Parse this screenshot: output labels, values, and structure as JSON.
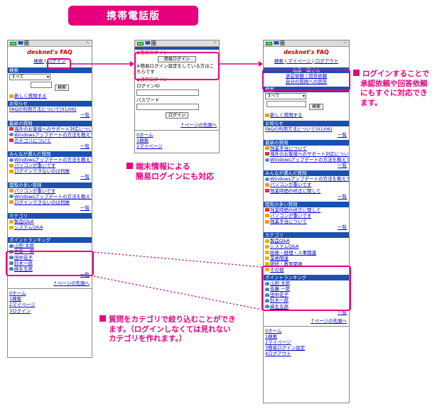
{
  "banner": {
    "title": "携帯電話版"
  },
  "status": {
    "label": "圏"
  },
  "logo": {
    "desknets": "desknet's",
    "faq": "FAQ"
  },
  "phone1": {
    "header_links": [
      "検索",
      "ログイン"
    ],
    "search_section": "検索",
    "select_value": "すべて",
    "search_button": "検索",
    "new_question": "新しく質問する",
    "notice": {
      "title": "お知らせ",
      "items": [
        "FAQの利用方法について(01/06)"
      ],
      "more": "一覧"
    },
    "recent": {
      "title": "最新の質問",
      "items": [
        "海外のお客様へのサポート対応について",
        "Windowsアップデートの方法を教えて",
        "カテゴリについて"
      ],
      "more": "一覧"
    },
    "popular": {
      "title": "みんなが選んだ質問",
      "items": [
        "Windowsアップデートの方法を教えて",
        "パソコンが重いです",
        "ログインできないのは何故"
      ],
      "more": "一覧"
    },
    "frequent": {
      "title": "閲覧の多い質問",
      "items": [
        "パソコンが重いです",
        "Windowsアップデートの方法を教えて",
        "ログインできないのは何故"
      ],
      "more": "一覧"
    },
    "category": {
      "title": "カテゴリ",
      "items": [
        "製品Q&A",
        "システムQ&A"
      ]
    },
    "point": {
      "title": "ポイントランキング",
      "items": [
        "山田 太郎",
        "佐藤 一郎",
        "田中花子",
        "鈴木一郎",
        "麻生五郎"
      ],
      "more": "一覧"
    },
    "pagetop": "↑ページの先頭へ",
    "footer": [
      "0ホーム",
      "1検索",
      "2マイページ",
      "3ログイン"
    ]
  },
  "phone2": {
    "easy_login_title": "◆簡易ログイン",
    "easy_login_button": "簡易ログイン",
    "easy_login_note": "※簡易ログイン設定をしている方はこちらです",
    "normal_login_title": "◆通常ログイン",
    "login_id_label": "ログインID",
    "password_label": "パスワード",
    "login_button": "ログイン",
    "pagetop": "↑ページの先頭へ",
    "footer": [
      "0ホーム",
      "1検索",
      "2マイページ"
    ]
  },
  "phone3": {
    "header_links": [
      "検索",
      "マイページ",
      "ログアウト"
    ],
    "user_name": "佐藤一郎さん",
    "user_links": [
      "承認依頼",
      "回答依頼",
      "自分の質問への回答"
    ],
    "search_section": "検索",
    "select_value": "すべて",
    "search_button": "検索",
    "new_question": "新しく質問する",
    "notice": {
      "title": "お知らせ",
      "items": [
        "FAQの利用方法について(01/06)"
      ],
      "more": "一覧"
    },
    "recent": {
      "title": "最新の質問",
      "items": [
        "残業手当について",
        "海外のお客様へのサポート対応について",
        "Windowsアップデートの方法を教えて"
      ],
      "more": "一覧"
    },
    "popular": {
      "title": "みんなが選んだ質問",
      "items": [
        "Windowsアップデートの方法を教えて",
        "パソコンが重いです",
        "残業時間の修正に関して"
      ],
      "more": "一覧"
    },
    "frequent": {
      "title": "閲覧の多い質問",
      "items": [
        "残業時間の修正に関して",
        "パソコンが重いです",
        "残業手当について"
      ],
      "more": "一覧"
    },
    "category": {
      "title": "カテゴリ",
      "items": [
        "製品Q&A",
        "システムQ&A",
        "総務・経理・人事関連",
        "業務関連",
        "研修・教育関連",
        "その他"
      ]
    },
    "point": {
      "title": "ポイントランキング",
      "items": [
        "山田 太郎",
        "佐藤 一郎",
        "田中花子",
        "鈴木一郎",
        "麻生五郎"
      ],
      "more": "一覧"
    },
    "pagetop": "↑ページの先頭へ",
    "footer": [
      "0ホーム",
      "1検索",
      "2マイページ",
      "3簡易ログイン設定",
      "4ログアウト"
    ]
  },
  "notes": {
    "easy_login": [
      "端末情報による",
      "簡易ログインにも対応"
    ],
    "after_login": [
      "ログインすることで",
      "承認依頼や回答依頼",
      "にもすぐに対応でき",
      "ます。"
    ],
    "category": [
      "質問をカテゴリで絞り込むことができ",
      "ます。（ログインしなくては見れない",
      "カテゴリを作れます。）"
    ]
  },
  "colors": {
    "accent": "#e6007e",
    "section": "#1a50b0",
    "link": "#0000cc"
  }
}
